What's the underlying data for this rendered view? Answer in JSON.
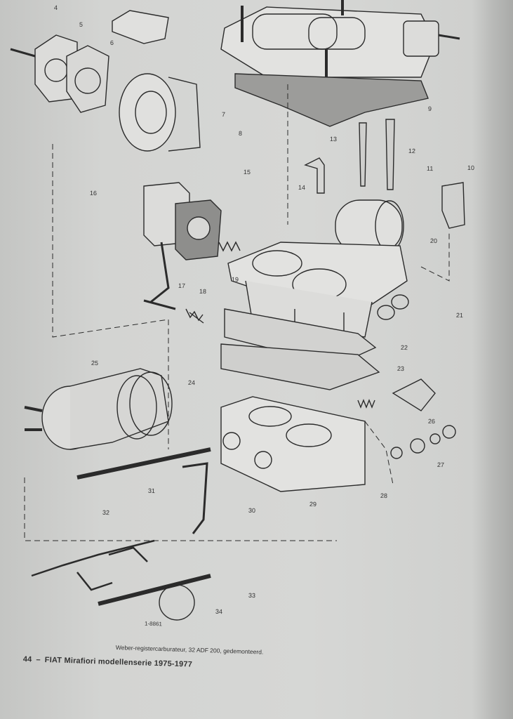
{
  "diagram": {
    "part_labels": [
      "4",
      "5",
      "6",
      "7",
      "8",
      "9",
      "10",
      "11",
      "12",
      "13",
      "14",
      "15",
      "16",
      "17",
      "18",
      "19",
      "20",
      "21",
      "22",
      "23",
      "24",
      "25",
      "26",
      "27",
      "28",
      "29",
      "30",
      "31",
      "32",
      "33",
      "34"
    ],
    "drawing_code": "1-8861"
  },
  "caption": "Weber-registercarburateur, 32 ADF 200, gedemonteerd.",
  "footer": {
    "page_number": "44",
    "separator": "–",
    "running_title": "FIAT Mirafiori modellenserie 1975-1977"
  }
}
